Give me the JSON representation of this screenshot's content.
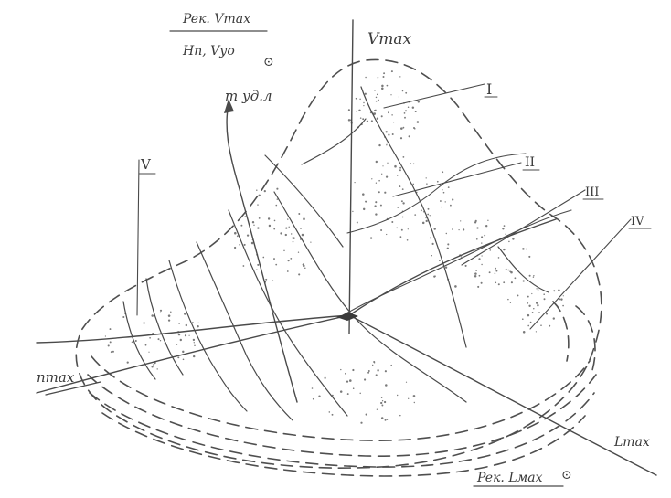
{
  "labels": {
    "v_max": "Vmax",
    "m_udel": "m уд.л",
    "n_max": "nmax",
    "l_max": "Lmax",
    "top_fraction_numerator": "Peк. Vmax",
    "top_fraction_denominator": "Hn, Vуо",
    "top_fraction_mark": "⊙",
    "bottom_caption": "Peк. Lмах",
    "bottom_caption_mark": "⊙"
  },
  "region_markers": {
    "I": "I",
    "II": "II",
    "III": "III",
    "IV": "IV",
    "V": "V"
  },
  "colors": {
    "ink": "#4a4a4a",
    "paper": "#ffffff"
  }
}
